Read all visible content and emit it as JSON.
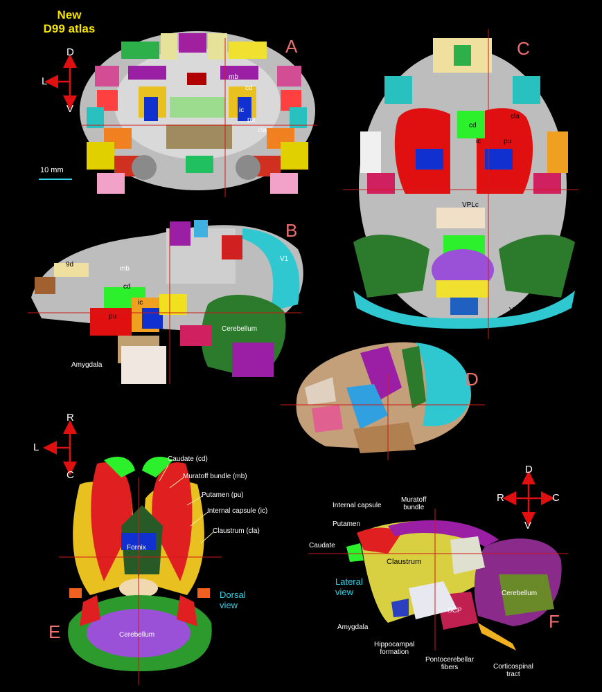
{
  "title": {
    "line1": "New",
    "line2": "D99 atlas"
  },
  "scale_bar": "10 mm",
  "panels": {
    "A": {
      "letter": "A",
      "labels": {
        "mb": "mb",
        "cd": "cd",
        "ic": "ic",
        "pu": "pu",
        "cla": "cla"
      }
    },
    "B": {
      "letter": "B",
      "labels": {
        "d9": "9d",
        "mb": "mb",
        "cd": "cd",
        "ic": "ic",
        "pu": "pu",
        "v1": "V1",
        "cerebellum": "Cerebellum",
        "amygdala": "Amygdala"
      }
    },
    "C": {
      "letter": "C",
      "labels": {
        "cd": "cd",
        "cla": "cla",
        "ic": "ic",
        "pu": "pu",
        "vplc": "VPLc",
        "v1": "V1"
      }
    },
    "D": {
      "letter": "D"
    },
    "E": {
      "letter": "E",
      "labels": {
        "caudate": "Caudate (cd)",
        "muratoff": "Muratoff bundle (mb)",
        "putamen": "Putamen (pu)",
        "internal_capsule": "Internal capsule (ic)",
        "claustrum": "Claustrum (cla)",
        "fornix": "Fornix",
        "cerebellum": "Cerebellum"
      },
      "view": {
        "line1": "Dorsal",
        "line2": "view"
      }
    },
    "F": {
      "letter": "F",
      "labels": {
        "internal_capsule": "Internal capsule",
        "muratoff1": "Muratoff",
        "muratoff2": "bundle",
        "putamen": "Putamen",
        "caudate": "Caudate",
        "claustrum": "Claustrum",
        "cerebellum": "Cerebellum",
        "scp": "SCP",
        "amygdala": "Amygdala",
        "hippo1": "Hippocampal",
        "hippo2": "formation",
        "ponto1": "Pontocerebellar",
        "ponto2": "fibers",
        "cortico1": "Corticospinal",
        "cortico2": "tract"
      },
      "view": {
        "line1": "Lateral",
        "line2": "view"
      }
    }
  },
  "orientation": {
    "coronal": {
      "up": "D",
      "left": "L",
      "down": "V"
    },
    "horizontal": {
      "up": "R",
      "left": "L",
      "down": "C"
    },
    "sagittal": {
      "up": "D",
      "left": "R",
      "right": "C",
      "down": "V"
    }
  },
  "colors": {
    "title": "#f5e400",
    "letters": "#f07070",
    "view_text": "#2fd4e8",
    "crosshair": "#d01818"
  }
}
